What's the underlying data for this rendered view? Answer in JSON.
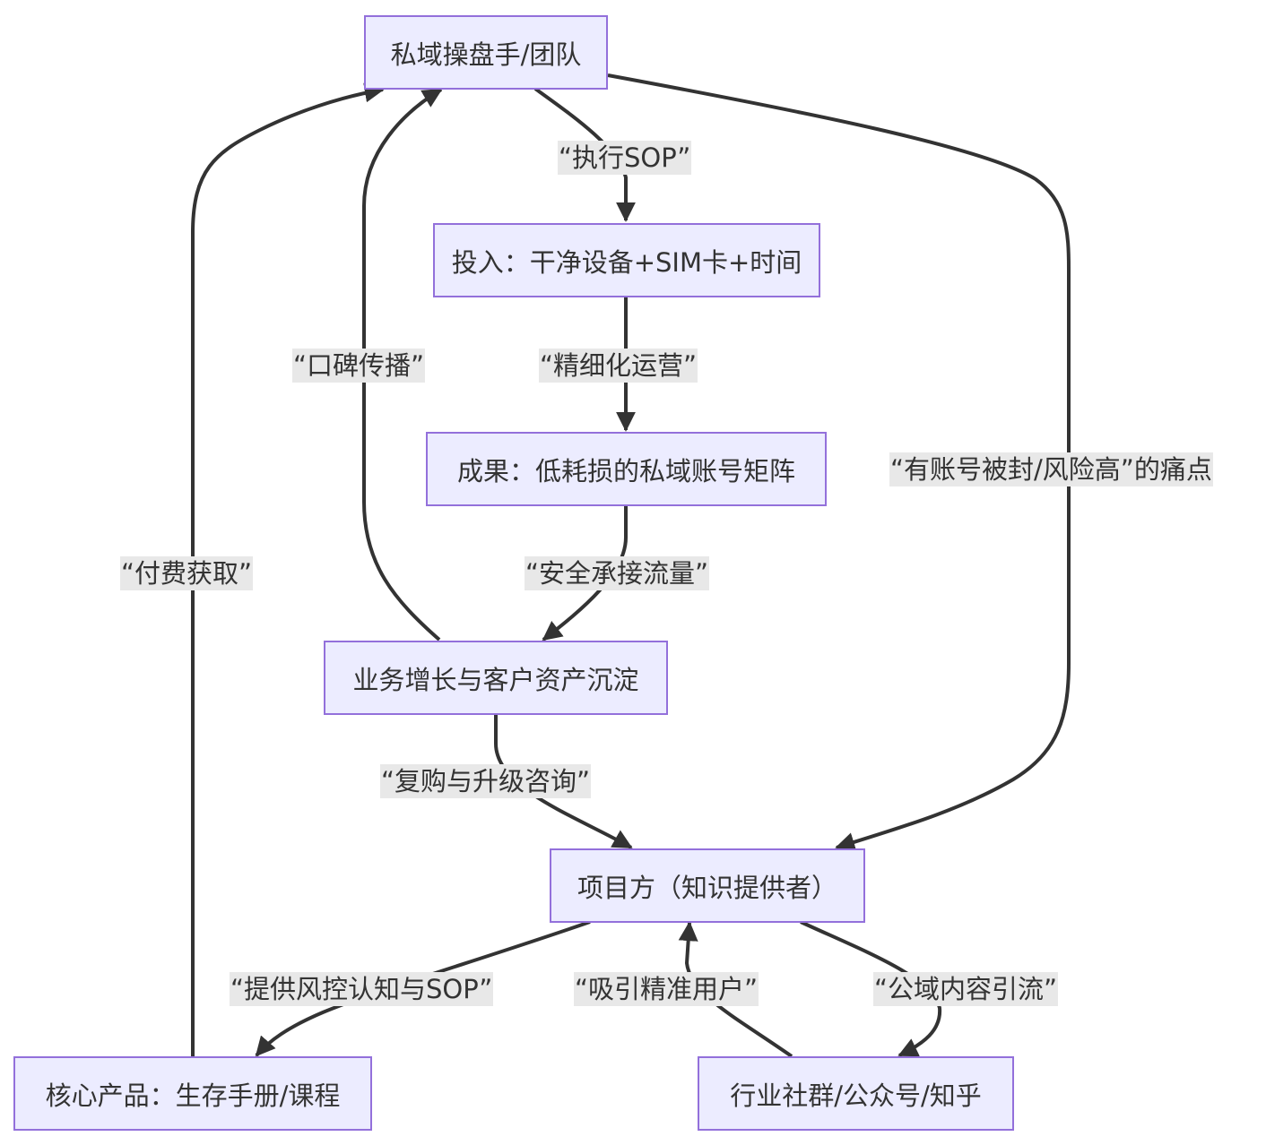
{
  "nodes": {
    "operator": "私域操盘手/团队",
    "input": "投入：干净设备+SIM卡+时间",
    "result": "成果：低耗损的私域账号矩阵",
    "growth": "业务增长与客户资产沉淀",
    "provider": "项目方（知识提供者）",
    "core_product": "核心产品：生存手册/课程",
    "community": "行业社群/公众号/知乎"
  },
  "edges": {
    "execute_sop": "“执行SOP”",
    "refined_ops": "“精细化运营”",
    "safe_traffic": "“安全承接流量”",
    "word_of_mouth": "“口碑传播”",
    "repurchase": "“复购与升级咨询”",
    "pain_point": "“有账号被封/风险高”的痛点",
    "paid_acquire": "“付费获取”",
    "provide_sop": "“提供风控认知与SOP”",
    "attract_users": "“吸引精准用户”",
    "public_traffic": "“公域内容引流”"
  },
  "colors": {
    "node_fill": "#ECECFF",
    "node_border": "#9370DB",
    "edge": "#333333",
    "label_bg": "#E8E8E8",
    "text": "#333333"
  }
}
